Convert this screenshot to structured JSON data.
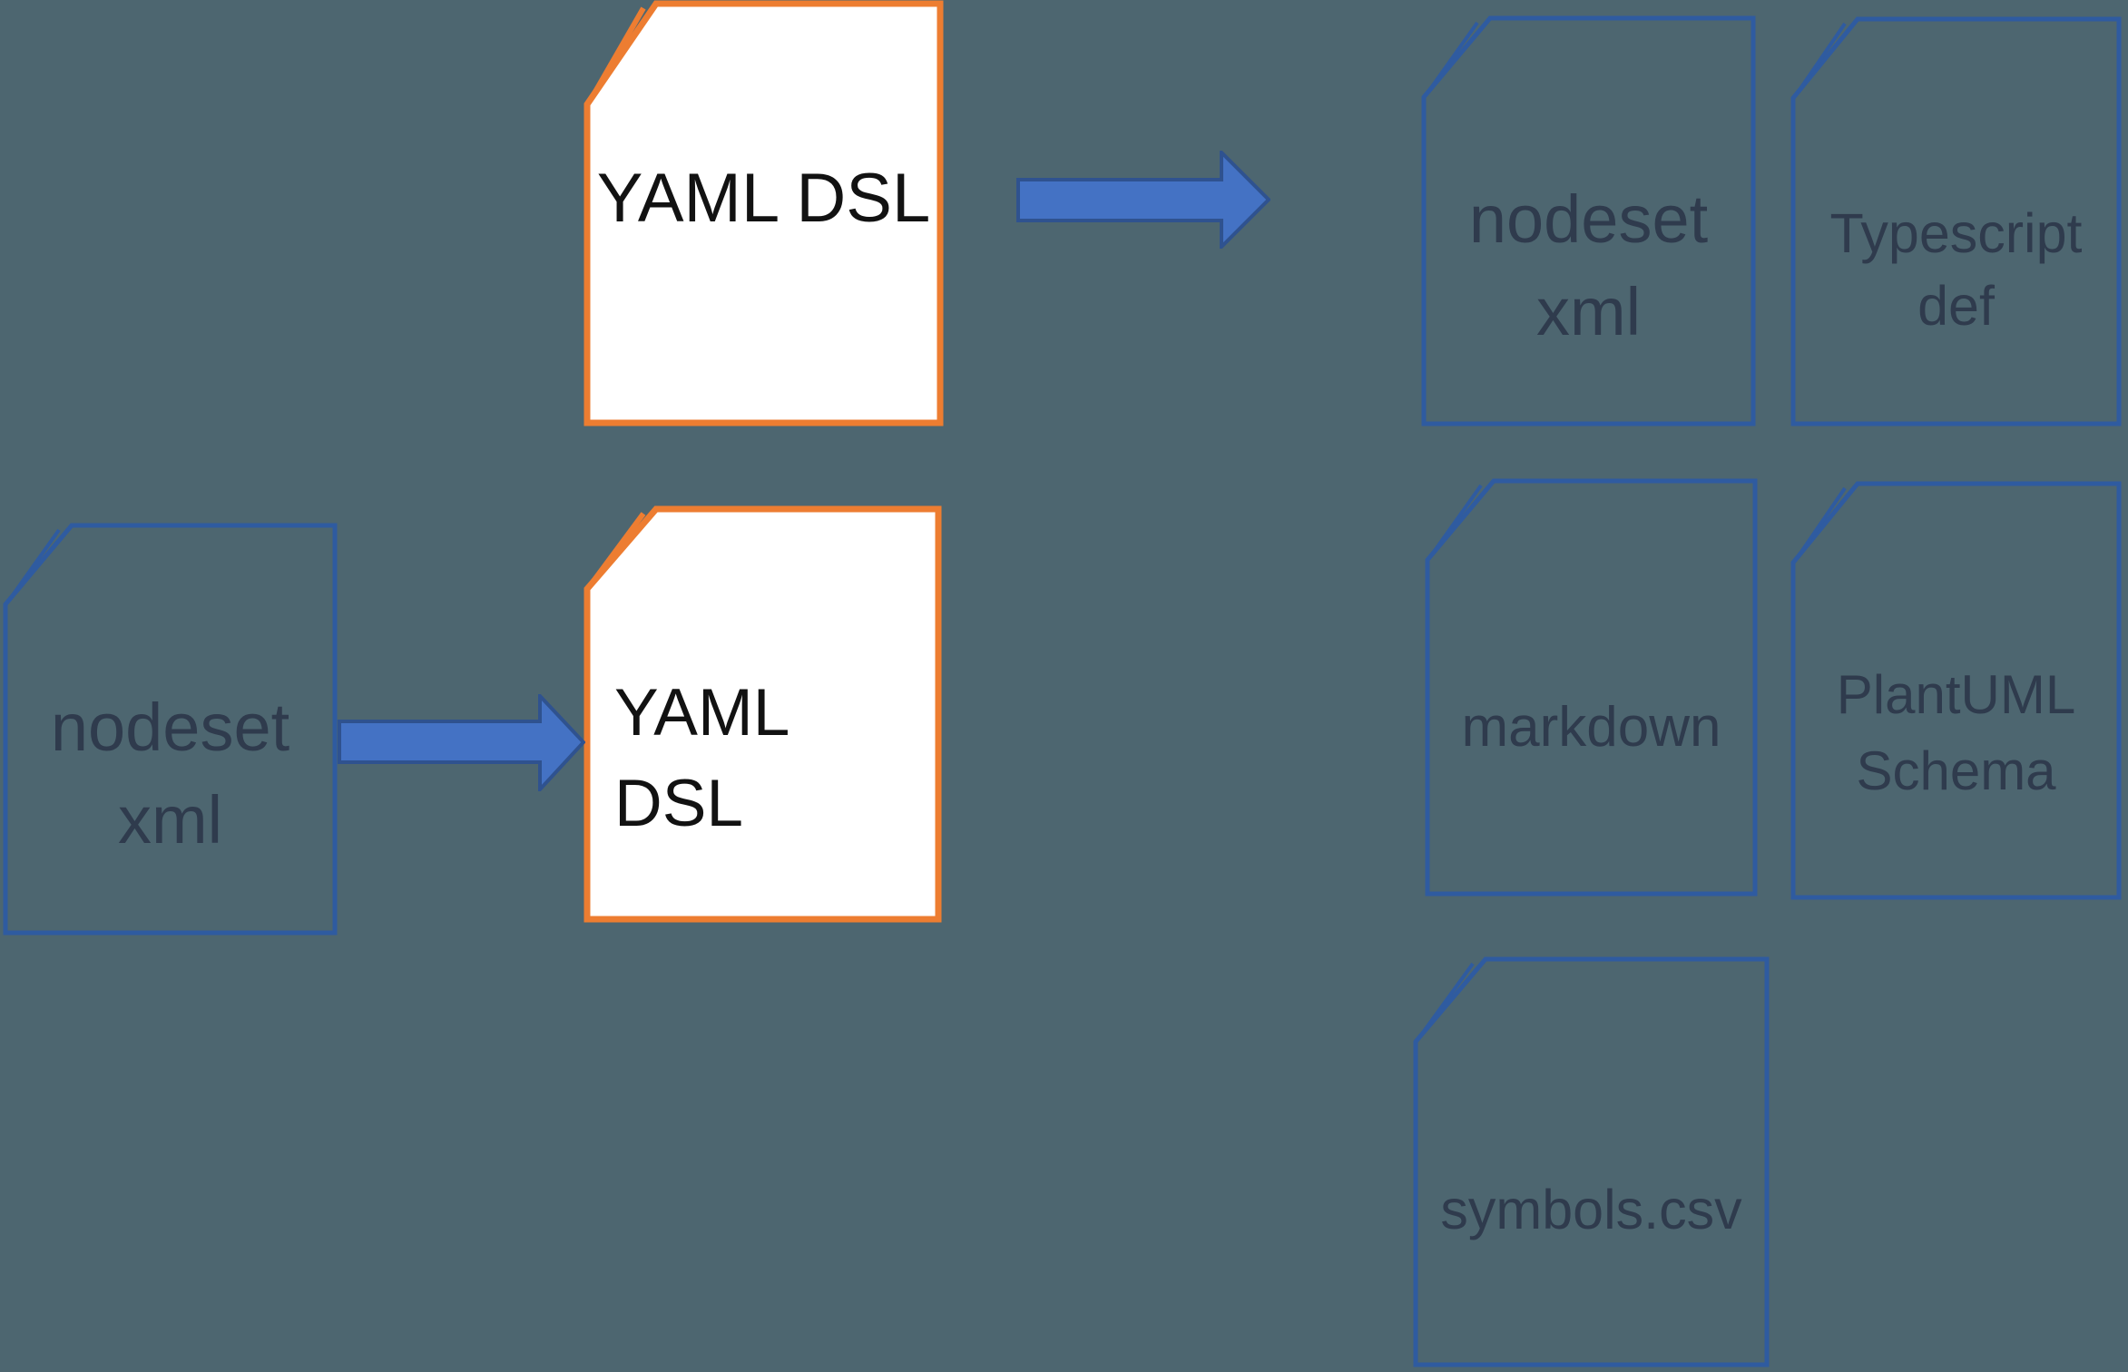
{
  "background_color": "#4D6670",
  "palette": {
    "doc_border_blue": "#2F5BA0",
    "doc_border_orange": "#ED7D31",
    "doc_fill_white": "#FFFFFF",
    "label_color_dark": "#2F3B4D",
    "label_color_black": "#121212",
    "arrow_fill": "#4472C4",
    "arrow_stroke": "#2F528F"
  },
  "documents": {
    "yaml_top": {
      "line1": "YAML DSL"
    },
    "yaml_bottom": {
      "line1": "YAML",
      "line2": "DSL"
    },
    "nodeset_left": {
      "line1": "nodeset",
      "line2": "xml"
    },
    "nodeset_out": {
      "line1": "nodeset",
      "line2": "xml"
    },
    "typescript_def": {
      "line1": "Typescript",
      "line2": "def"
    },
    "markdown": {
      "line1": "markdown"
    },
    "plantuml": {
      "line1": "PlantUML",
      "line2": "Schema"
    },
    "symbols_csv": {
      "line1": "symbols.csv"
    }
  },
  "arrows": [
    {
      "name": "yaml-dsl-to-outputs",
      "direction": "right"
    },
    {
      "name": "nodeset-xml-to-yaml-dsl",
      "direction": "right"
    }
  ]
}
